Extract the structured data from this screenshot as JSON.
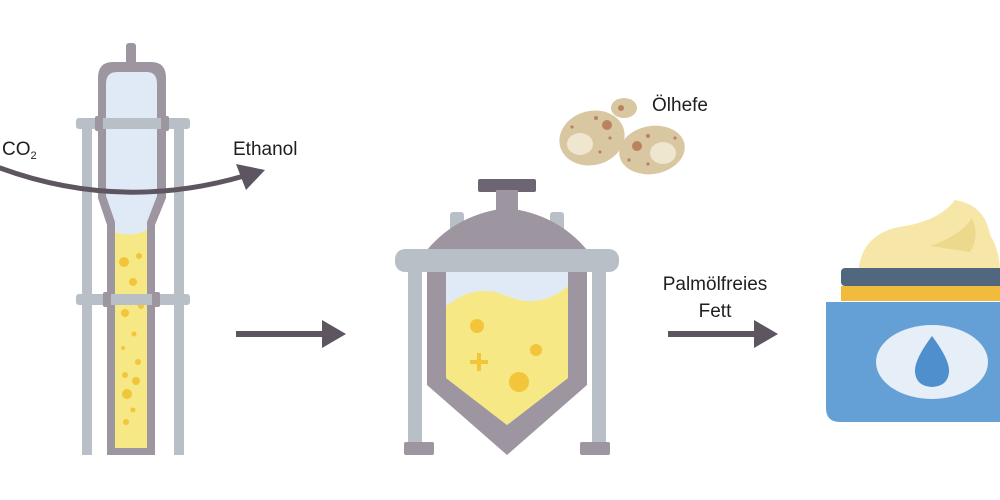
{
  "labels": {
    "co2_base": "CO",
    "co2_subscript": "2",
    "ethanol": "Ethanol",
    "yeast": "Ölhefe",
    "product_line1": "Palmölfreies",
    "product_line2": "Fett"
  },
  "stages": [
    {
      "name": "column-reactor",
      "icon": "fermentation-column"
    },
    {
      "name": "bioreactor",
      "icon": "fermenter-tank"
    },
    {
      "name": "cream-jar",
      "icon": "cream-jar-with-drop"
    }
  ],
  "colors": {
    "metal": "#9d95a0",
    "metal_dark": "#6d6571",
    "rail": "#b9bfc6",
    "glass": "#dfeaf6",
    "liquid": "#f7e886",
    "bubble": "#f2c53a",
    "arrow": "#5d5560",
    "yeast": "#d9c7a2",
    "yeast_spot": "#b9835f",
    "cream": "#f6e7a8",
    "jar_blue": "#64a0d6",
    "jar_lid": "#50677e",
    "jar_band": "#f1bb3d",
    "drop": "#4f8fcd"
  }
}
